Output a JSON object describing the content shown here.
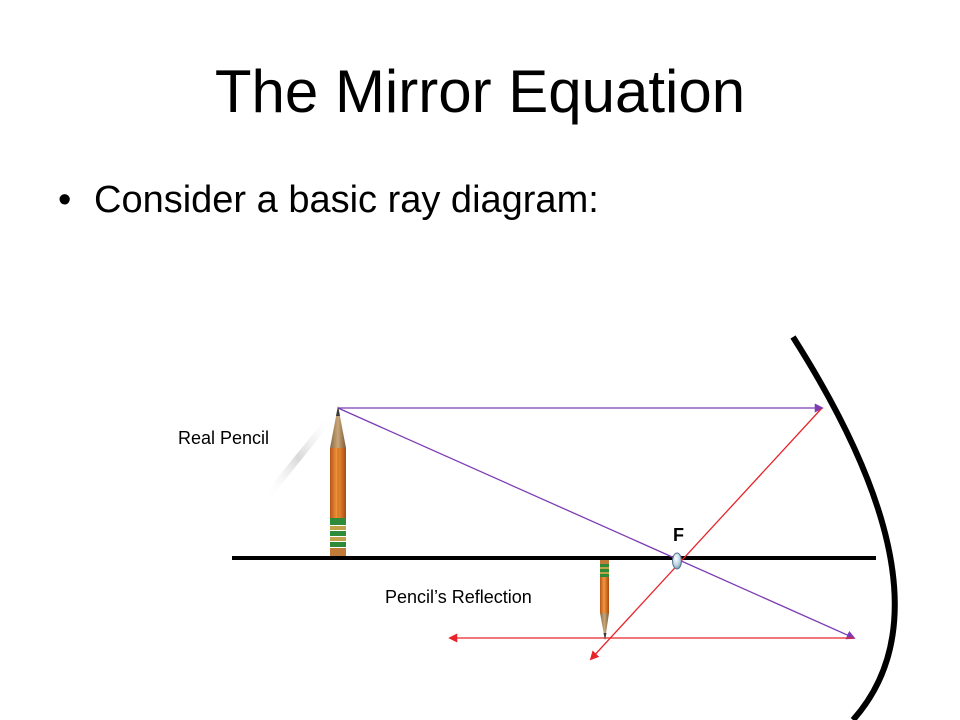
{
  "slide": {
    "title": "The Mirror Equation",
    "bullet_symbol": "•",
    "bullet_text": "Consider a basic ray diagram:"
  },
  "diagram": {
    "label_real_pencil": "Real Pencil",
    "label_focal_point": "F",
    "label_reflection": "Pencil’s Reflection",
    "colors": {
      "ray_incident": "#7d3cb3",
      "ray_reflected": "#e8242a",
      "mirror": "#000000",
      "axis": "#000000",
      "pencil_body": "#e07a1c",
      "pencil_band": "#2e8b3a"
    }
  }
}
